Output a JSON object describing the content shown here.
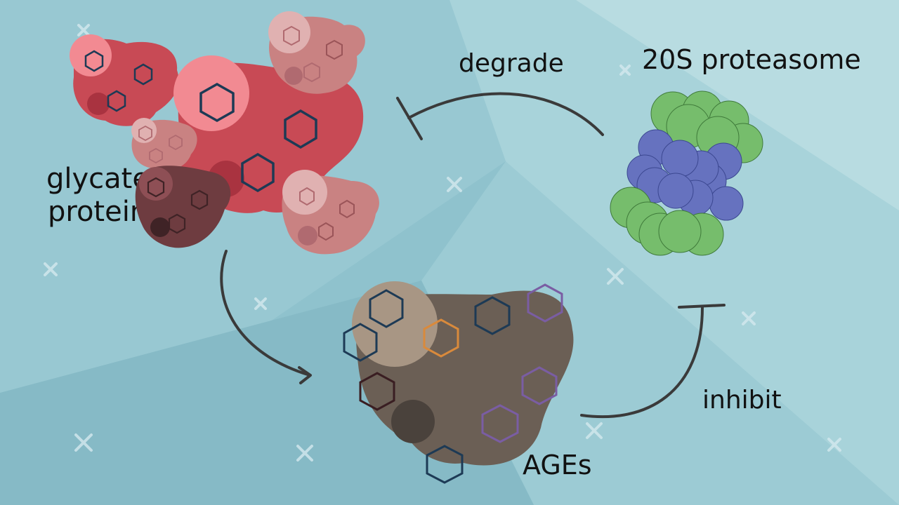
{
  "labels": {
    "glycated_proteins_line1": "glycated",
    "glycated_proteins_line2": "proteins",
    "degrade": "degrade",
    "proteasome": "20S proteasome",
    "inhibit": "inhibit",
    "ages": "AGEs"
  },
  "colors": {
    "background": "#8fc2cd",
    "protein_red": "#c84a55",
    "protein_pink": "#f28a92",
    "protein_rose": "#c98282",
    "protein_dark": "#6e3c40",
    "age_brown": "#6b5f55",
    "age_light": "#a89684",
    "hex_navy": "#1d3a55",
    "hex_purple": "#7a5da3",
    "hex_orange": "#d98a3c",
    "hex_maroon": "#3a1e22",
    "proteasome_green": "#76bd6c",
    "proteasome_blue": "#6672bf",
    "arrow": "#3a3a3a"
  },
  "icons": [
    "glycated-protein-cluster-icon",
    "proteasome-icon",
    "ages-blob-icon",
    "hexagon-icon",
    "sparkle-icon"
  ]
}
